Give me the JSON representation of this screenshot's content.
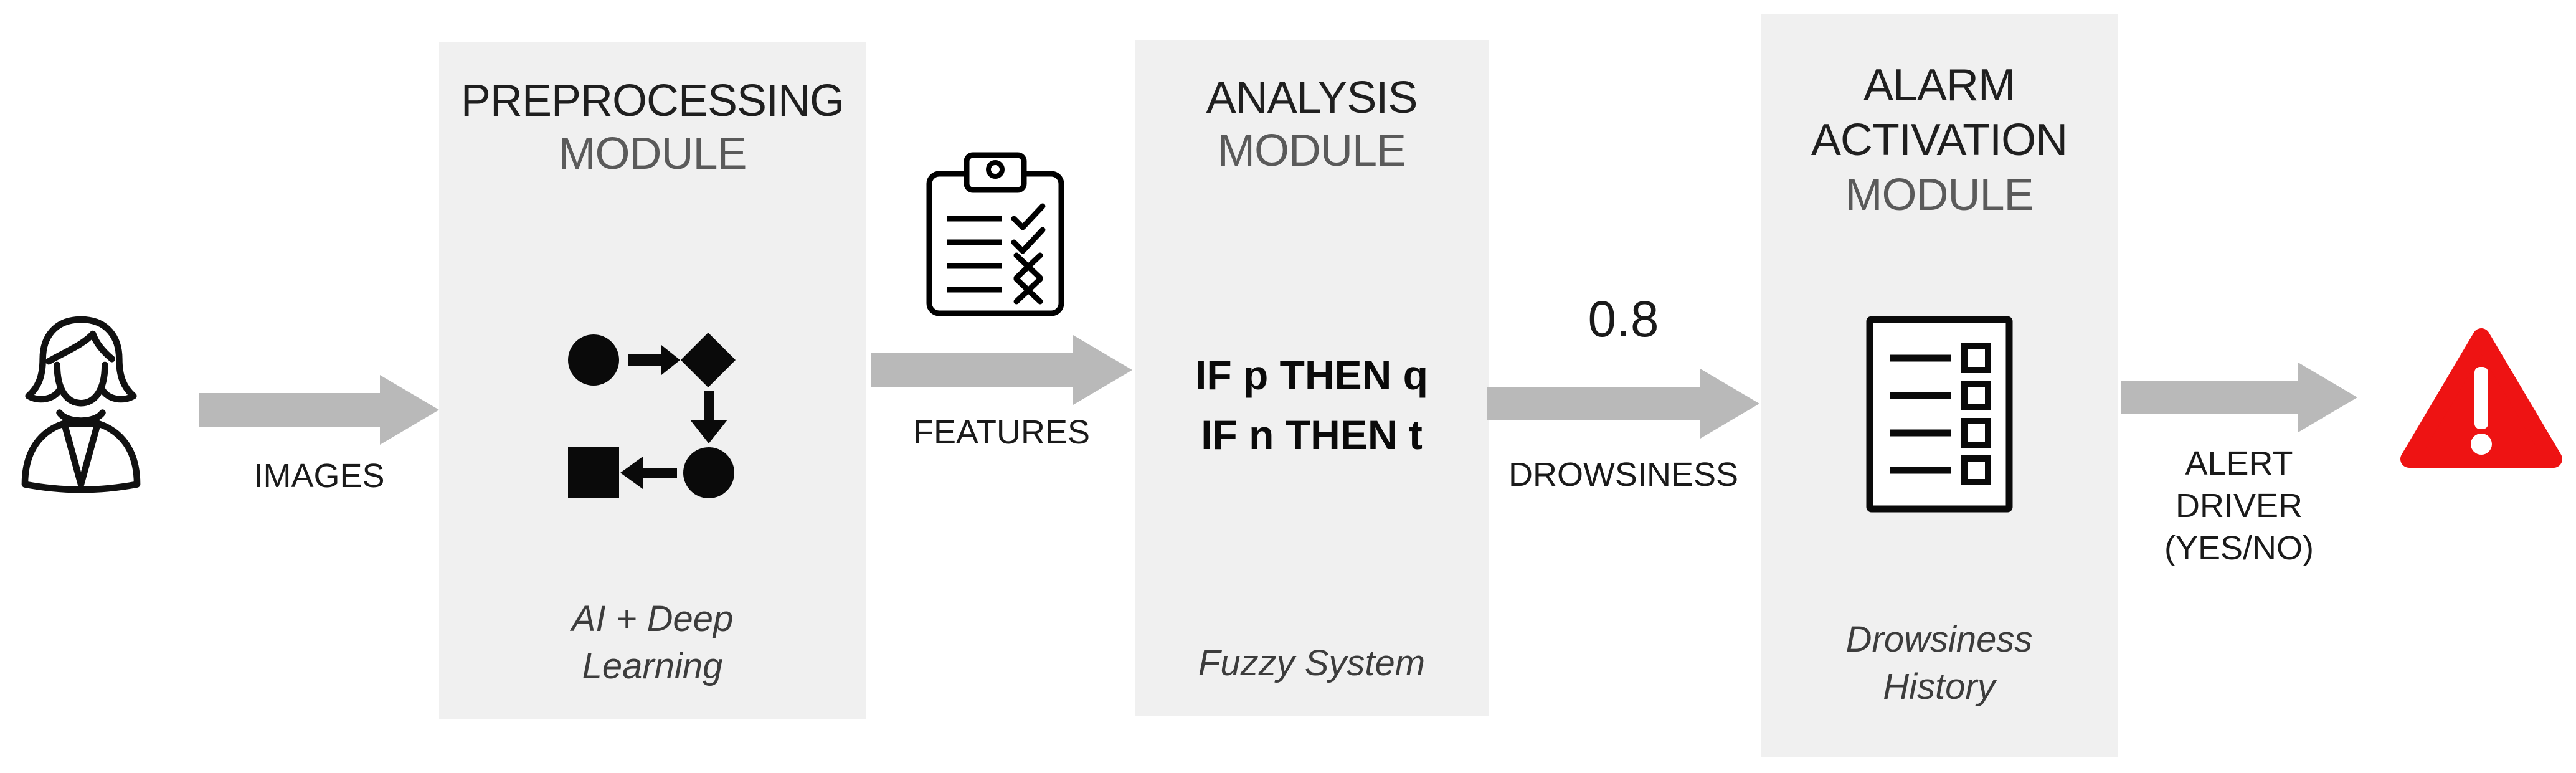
{
  "modules": {
    "preprocessing": {
      "title": "PREPROCESSING",
      "subtitle": "MODULE",
      "caption_line1": "AI + Deep",
      "caption_line2": "Learning"
    },
    "analysis": {
      "title": "ANALYSIS",
      "subtitle": "MODULE",
      "rule_line1": "IF p THEN q",
      "rule_line2": "IF n THEN t",
      "caption": "Fuzzy System"
    },
    "alarm": {
      "title_line1": "ALARM",
      "title_line2": "ACTIVATION",
      "subtitle": "MODULE",
      "caption_line1": "Drowsiness",
      "caption_line2": "History"
    }
  },
  "arrows": {
    "images": {
      "label": "IMAGES"
    },
    "features": {
      "label": "FEATURES"
    },
    "drowsiness": {
      "value": "0.8",
      "label": "DROWSINESS"
    },
    "alert": {
      "label_line1": "ALERT",
      "label_line2": "DRIVER",
      "label_line3": "(YES/NO)"
    }
  },
  "icons": {
    "source": "woman-user-icon",
    "preprocessing": "flowchart-icon",
    "between_preprocessing_analysis": "clipboard-checklist-icon",
    "alarm": "checklist-document-icon",
    "sink": "warning-triangle-icon"
  },
  "colors": {
    "module_bg": "#f0f0f0",
    "arrow_gray": "#b9b9b9",
    "title_black": "#1f1f1f",
    "subtitle_gray": "#5a5a5a",
    "caption_gray": "#3c3c3c",
    "alert_red": "#ee1313",
    "ink": "#0a0a0a"
  }
}
